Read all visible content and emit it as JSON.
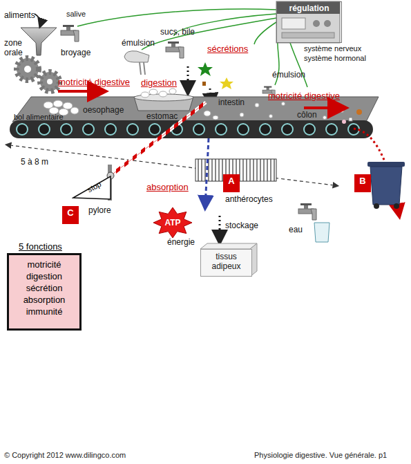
{
  "diagram": {
    "nodes": [
      {
        "text": [
          "régulation"
        ]
      },
      {
        "text": [
          "A"
        ]
      },
      {
        "text": [
          "B"
        ]
      },
      {
        "text": [
          "C"
        ]
      },
      {
        "text": [
          "stop"
        ]
      },
      {
        "text": [
          "ATP"
        ]
      },
      {
        "text": [
          "tissus adipeux"
        ]
      },
      {
        "text": [
          "5 fonctions",
          "motricité digestion sécrétion absorption immunité"
        ]
      }
    ],
    "labels": [
      "aliments",
      "salive",
      "zone orale",
      "broyage",
      "émulsion",
      "sucs, bile",
      "sécrétions",
      "système nerveux",
      "système hormonal",
      "émulsion",
      "motricité digestive",
      "digestion",
      "motricité digestive",
      "bol alimentaire",
      "oesophage",
      "estomac",
      "intestin",
      "côlon",
      "5 à 8 m",
      "absorption",
      "anthérocytes",
      "pylore",
      "énergie",
      "stockage",
      "eau",
      "© Copyright 2012 www.dilingco.com",
      "Physiologie digestive. Vue générale. p1"
    ]
  }
}
